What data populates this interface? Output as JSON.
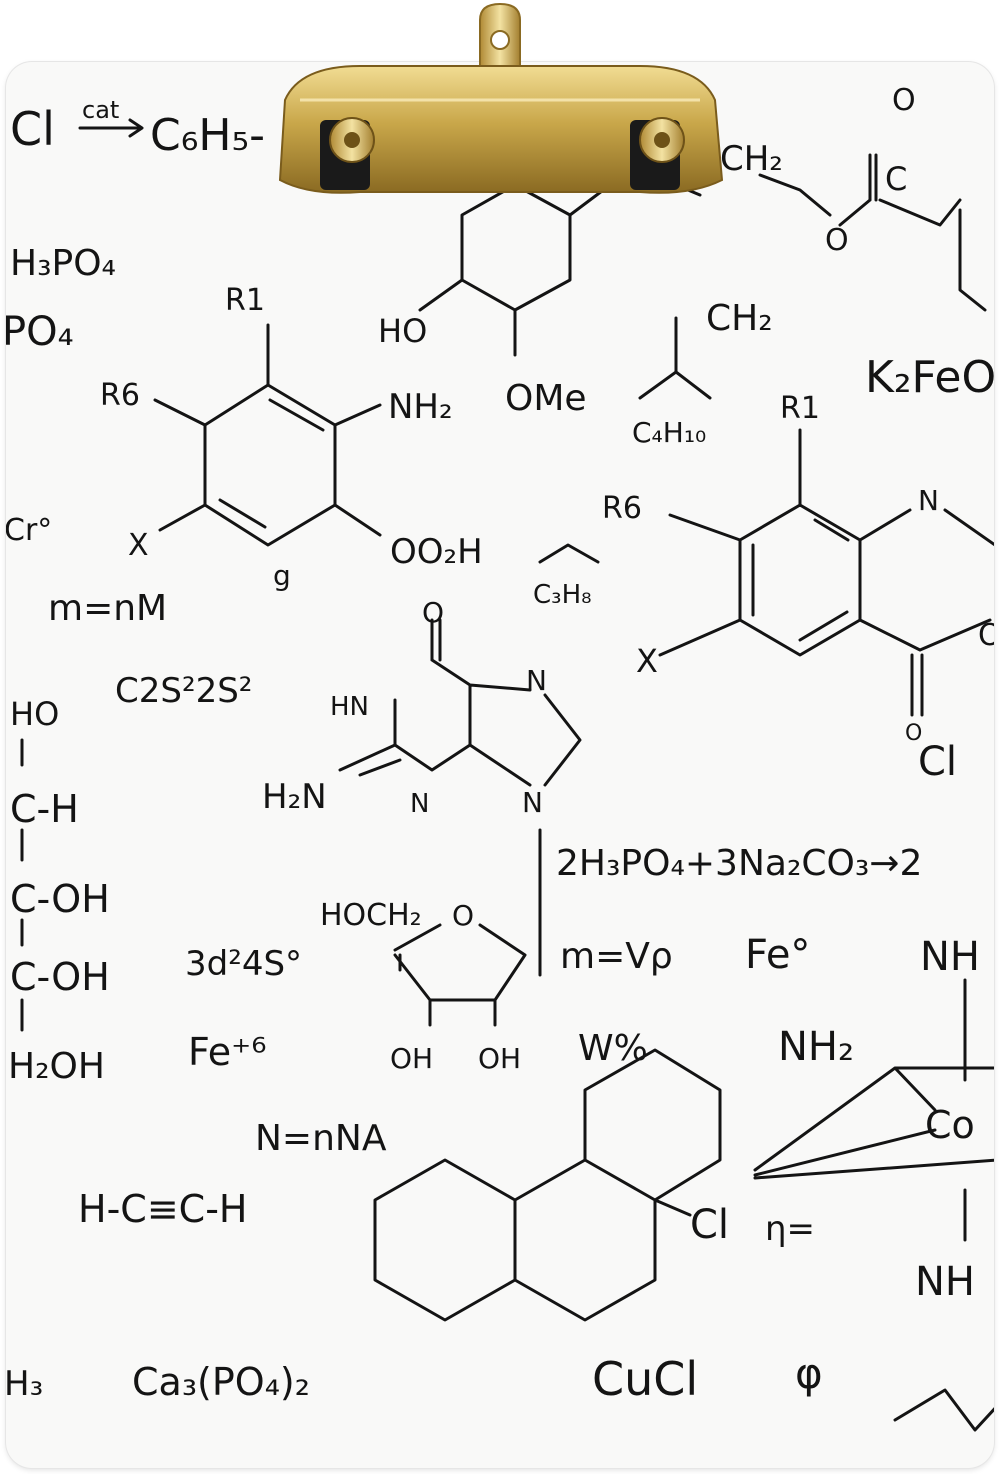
{
  "product": {
    "name": "Chemistry formulas clipboard",
    "accent_color": "#c9a74a",
    "board_color": "#f9f9f8",
    "ink_color": "#141414"
  },
  "formulas": {
    "f1": "Cl",
    "f2": "cat",
    "f3": "C₆H₅-",
    "f4": "H₃PO₄",
    "f5": "PO₄",
    "f6": "R1",
    "f7": "R6",
    "f8": "NH₂",
    "f9": "HO",
    "f10": "OMe",
    "f11": "CH₂",
    "f12": "C₄H₁₀",
    "f13": "R1",
    "f14": "K₂FeO",
    "f15": "CH₂",
    "f16": "O",
    "f17": "C",
    "f18": "O",
    "f19": "Cr°",
    "f20": "X",
    "f21": "g",
    "f22": "OO₂H",
    "f23": "m=nM",
    "f24": "C₃H₈",
    "f25": "R6",
    "f26": "N",
    "f27": "X",
    "f28": "O",
    "f29": "Cl",
    "f30": "O",
    "f31": "HO",
    "f32": "C2S²2S²",
    "f33": "O",
    "f34": "HN",
    "f35": "N",
    "f36": "H₂N",
    "f37": "N",
    "f38": "N",
    "f39": "C-H",
    "f40": "C-OH",
    "f41": "C-OH",
    "f42": "H₂OH",
    "f43": "3d²4S°",
    "f44": "HOCH₂",
    "f45": "O",
    "f46": "OH",
    "f47": "OH",
    "f48": "2H₃PO₄+3Na₂CO₃→2",
    "f49": "m=Vρ",
    "f50": "Fe°",
    "f51": "NH",
    "f52": "Fe⁺⁶",
    "f53": "W%",
    "f54": "NH₂",
    "f55": "Co",
    "f56": "N=nNA",
    "f57": "H-C≡C-H",
    "f58": "Cl",
    "f59": "η=",
    "f60": "NH",
    "f61": "H₃",
    "f62": "Ca₃(PO₄)₂",
    "f63": "CuCl",
    "f64": "φ"
  }
}
